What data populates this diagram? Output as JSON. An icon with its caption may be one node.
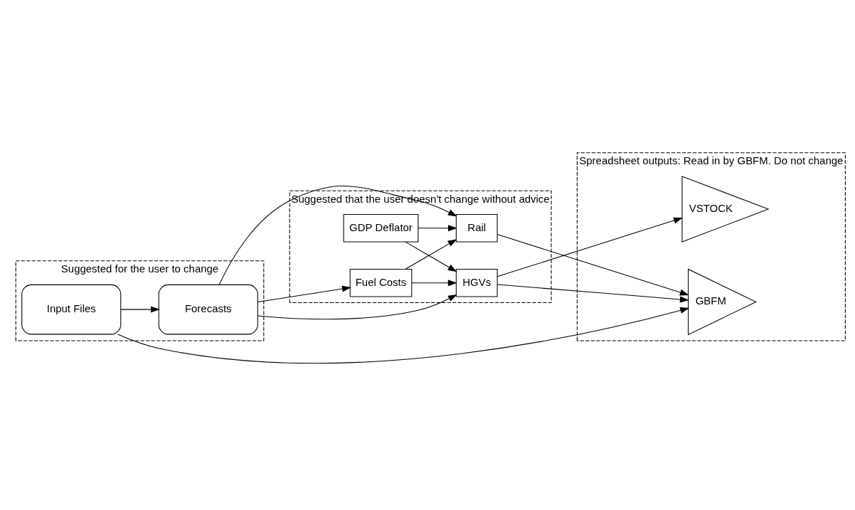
{
  "diagram": {
    "nodes": [
      {
        "text": [
          "Suggested for the user to change"
        ]
      },
      {
        "text": [
          "Input Files"
        ],
        "in": 0
      },
      {
        "text": [
          "Forecasts"
        ],
        "in": 0
      },
      {
        "text": [
          "Suggested that the user doesn't change without advice"
        ]
      },
      {
        "text": [
          "Rail"
        ],
        "in": 3
      },
      {
        "text": [
          "Fuel Costs"
        ],
        "in": 3
      },
      {
        "text": [
          "GDP Deflator"
        ],
        "in": 3
      },
      {
        "text": [
          "HGVs"
        ],
        "in": 3
      },
      {
        "text": [
          "Spreadsheet outputs: Read in by GBFM. Do not change"
        ]
      },
      {
        "text": [
          "GBFM"
        ],
        "in": 8
      },
      {
        "text": [
          "VSTOCK"
        ],
        "in": 8
      }
    ],
    "edges": [
      {
        "from": 1,
        "to": 9,
        "arrow": "to"
      },
      {
        "from": 1,
        "to": 2,
        "arrow": "to"
      },
      {
        "from": 2,
        "to": 4,
        "arrow": "to"
      },
      {
        "from": 2,
        "to": 5,
        "arrow": "to"
      },
      {
        "from": 2,
        "to": 7,
        "arrow": "to"
      },
      {
        "from": 5,
        "to": 4,
        "arrow": "to"
      },
      {
        "from": 5,
        "to": 7,
        "arrow": "to"
      },
      {
        "from": 6,
        "to": 4,
        "arrow": "to"
      },
      {
        "from": 6,
        "to": 7,
        "arrow": "to"
      },
      {
        "from": 4,
        "to": 9,
        "arrow": "to"
      },
      {
        "from": 7,
        "to": 9,
        "arrow": "to"
      },
      {
        "from": 7,
        "to": 10,
        "arrow": "to"
      }
    ]
  }
}
